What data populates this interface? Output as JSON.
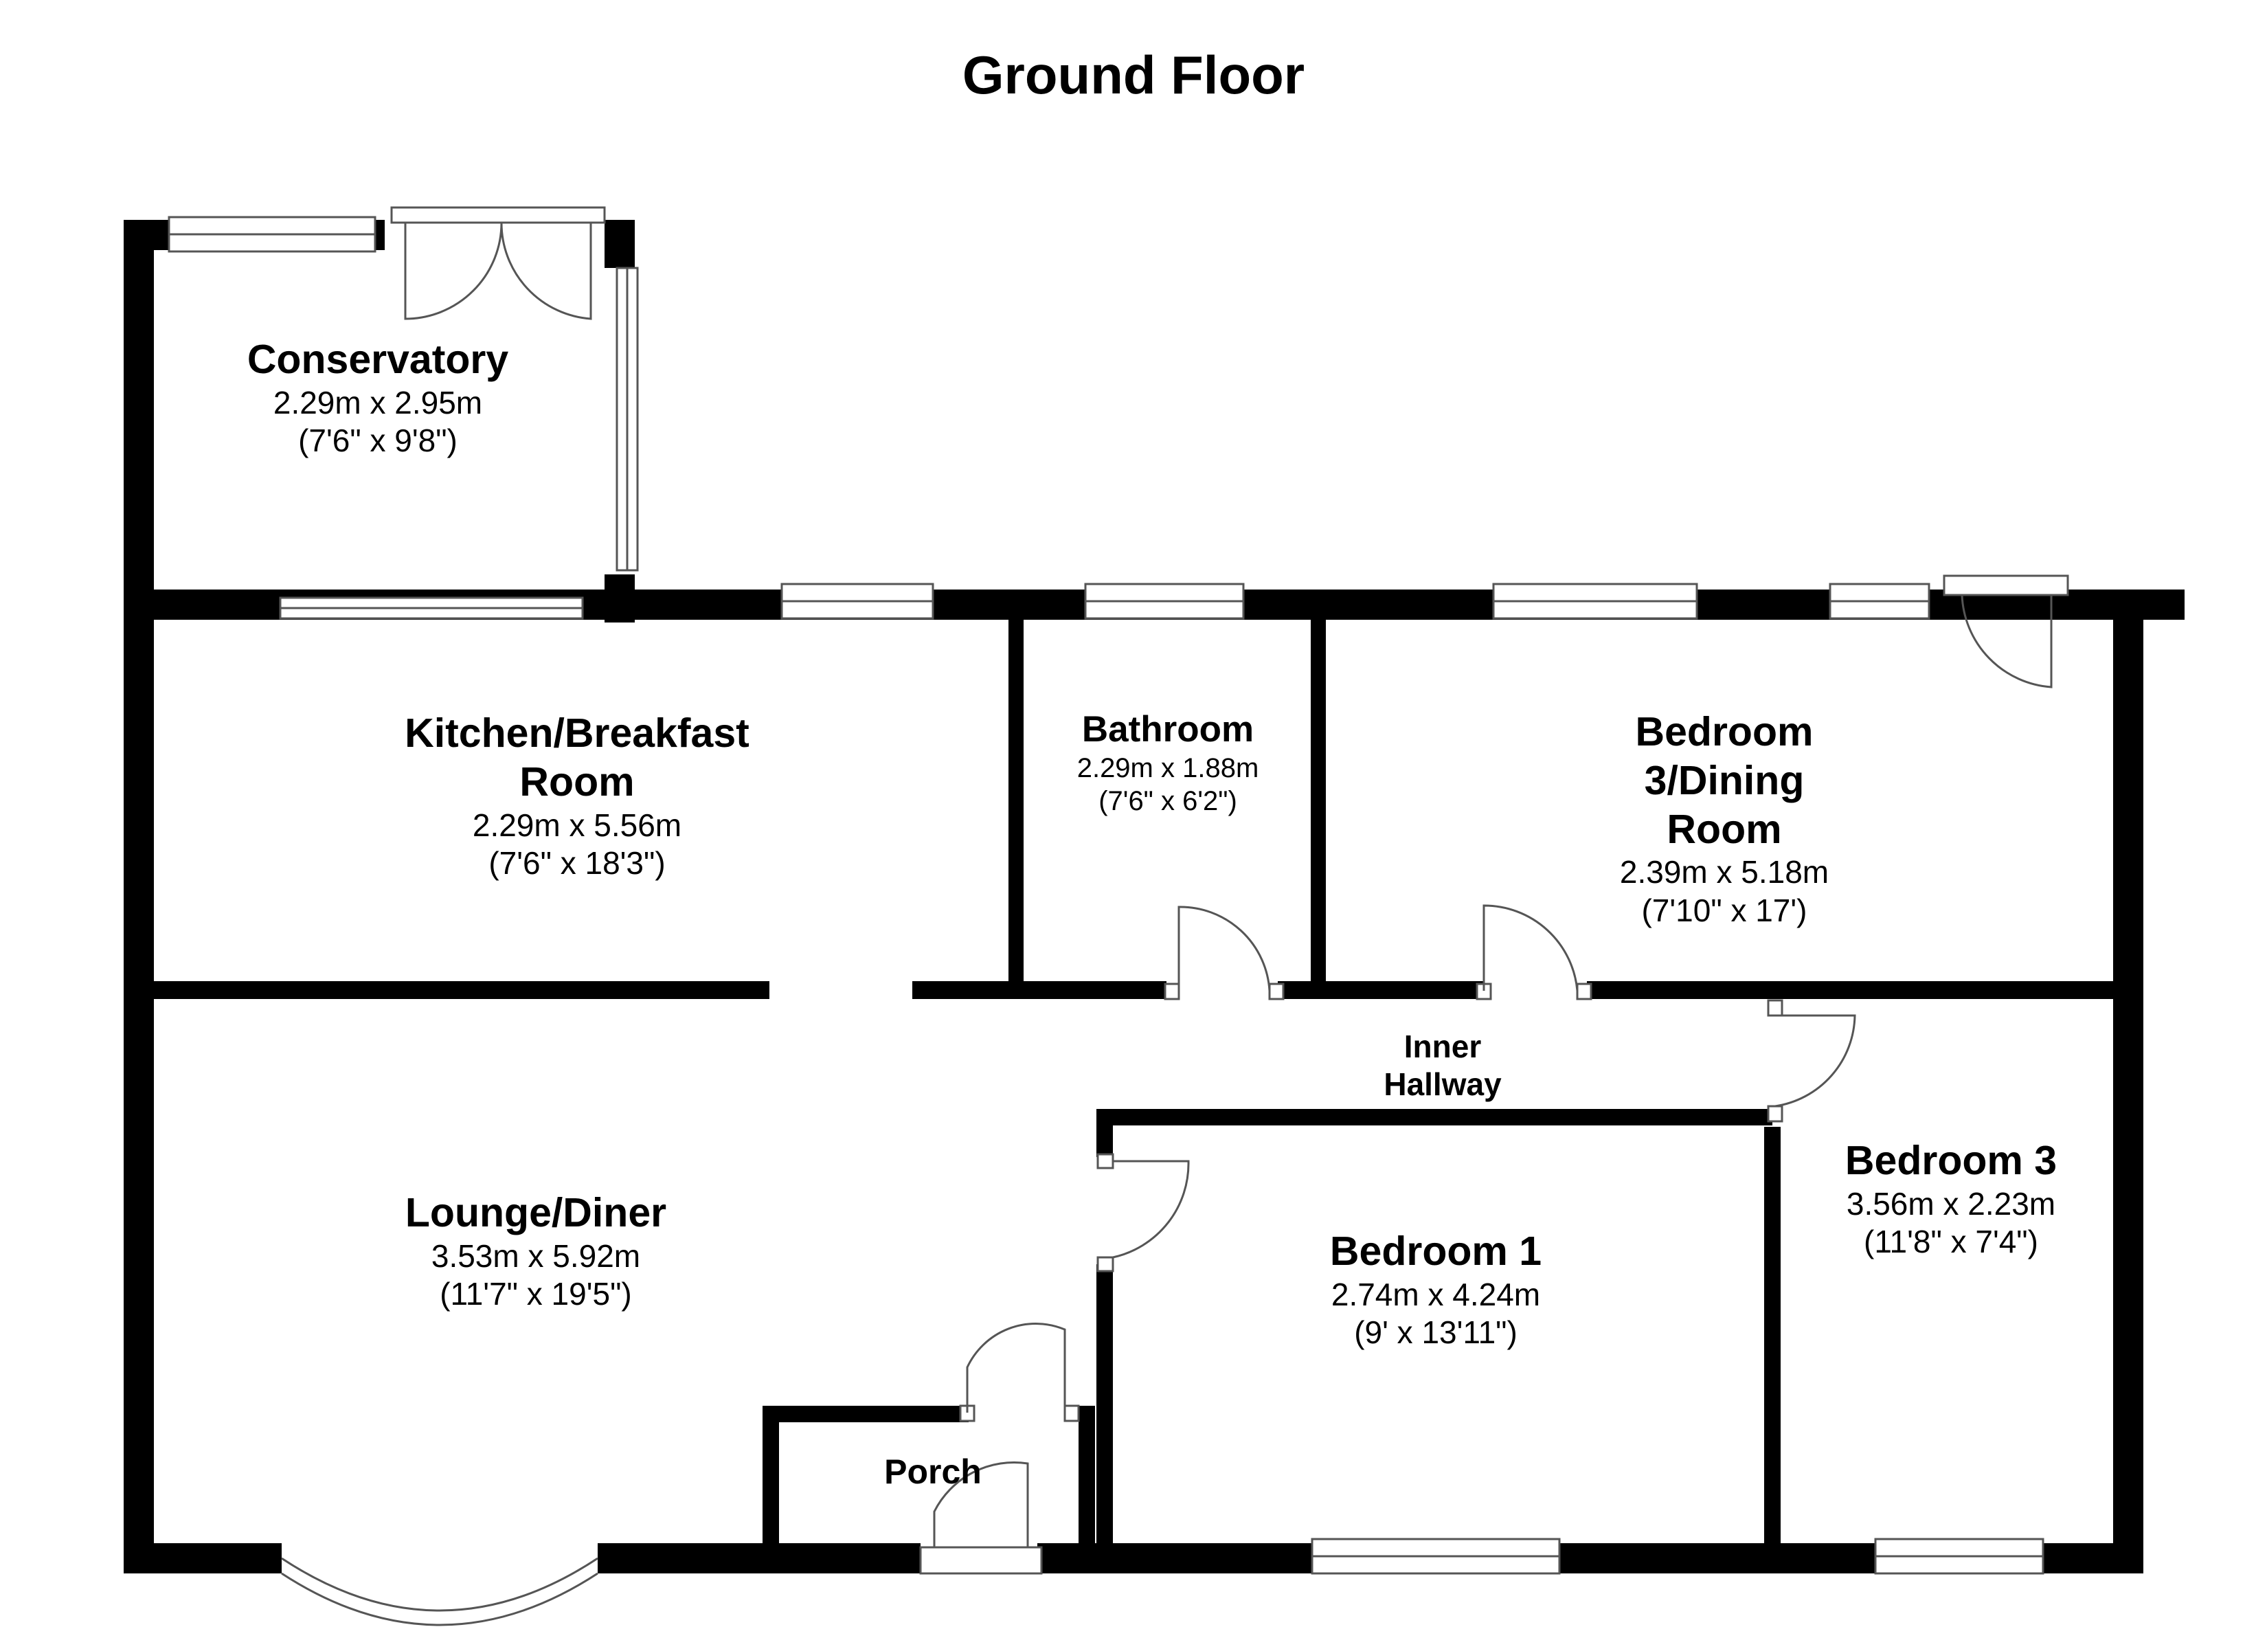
{
  "title": "Ground Floor",
  "rooms": {
    "conservatory": {
      "name": "Conservatory",
      "metric": "2.29m x 2.95m",
      "imperial": "(7'6\" x 9'8\")"
    },
    "kitchen": {
      "name_line1": "Kitchen/Breakfast",
      "name_line2": "Room",
      "metric": "2.29m x 5.56m",
      "imperial": "(7'6\" x 18'3\")"
    },
    "bathroom": {
      "name": "Bathroom",
      "metric": "2.29m x 1.88m",
      "imperial": "(7'6\" x 6'2\")"
    },
    "bedroom_dining": {
      "name_line1": "Bedroom",
      "name_line2": "3/Dining",
      "name_line3": "Room",
      "metric": "2.39m x 5.18m",
      "imperial": "(7'10\" x 17')"
    },
    "inner_hallway": {
      "name_line1": "Inner",
      "name_line2": "Hallway"
    },
    "lounge": {
      "name": "Lounge/Diner",
      "metric": "3.53m x 5.92m",
      "imperial": "(11'7\" x 19'5\")"
    },
    "bedroom1": {
      "name": "Bedroom 1",
      "metric": "2.74m x 4.24m",
      "imperial": "(9' x 13'11\")"
    },
    "bedroom3": {
      "name": "Bedroom 3",
      "metric": "3.56m x 2.23m",
      "imperial": "(11'8\" x 7'4\")"
    },
    "porch": {
      "name": "Porch"
    }
  },
  "colors": {
    "wall": "#000000",
    "fixture_stroke": "#555555",
    "background": "#ffffff"
  }
}
